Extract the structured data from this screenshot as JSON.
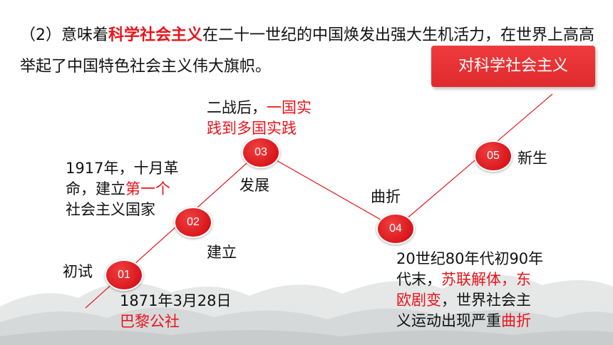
{
  "heading": {
    "prefix": "（2）意味着",
    "highlight": "科学社会主义",
    "suffix": "在二十一世纪的中国焕发出强大生机活力，在世界上高高举起了中国特色社会主义伟大旗帜。"
  },
  "banner": {
    "text": "对科学社会主义"
  },
  "nodes": [
    "01",
    "02",
    "03",
    "04",
    "05"
  ],
  "stages": {
    "s01": "初试",
    "s02": "建立",
    "s03": "发展",
    "s04": "曲折",
    "s05": "新生"
  },
  "notes": {
    "n01_line1": "1871年3月28日",
    "n01_line2": "巴黎公社",
    "n02_line1": "1917年，十月革",
    "n02_line2a": "命，建立",
    "n02_line2b": "第一个",
    "n02_line3": "社会主义国家",
    "n03_line1a": "二战后，",
    "n03_line1b": "一国实",
    "n03_line2": "践到多国实践",
    "n04_line1": "20世纪80年代初90年",
    "n04_line2a": "代末，",
    "n04_line2b": "苏联解体，东",
    "n04_line3a": "欧剧变",
    "n04_line3b": "，世界社会主",
    "n04_line4a": "义运动出现严重",
    "n04_line4b": "曲折"
  },
  "colors": {
    "accent": "#e8141b",
    "node": "#d9161c",
    "line": "#e8141b"
  }
}
